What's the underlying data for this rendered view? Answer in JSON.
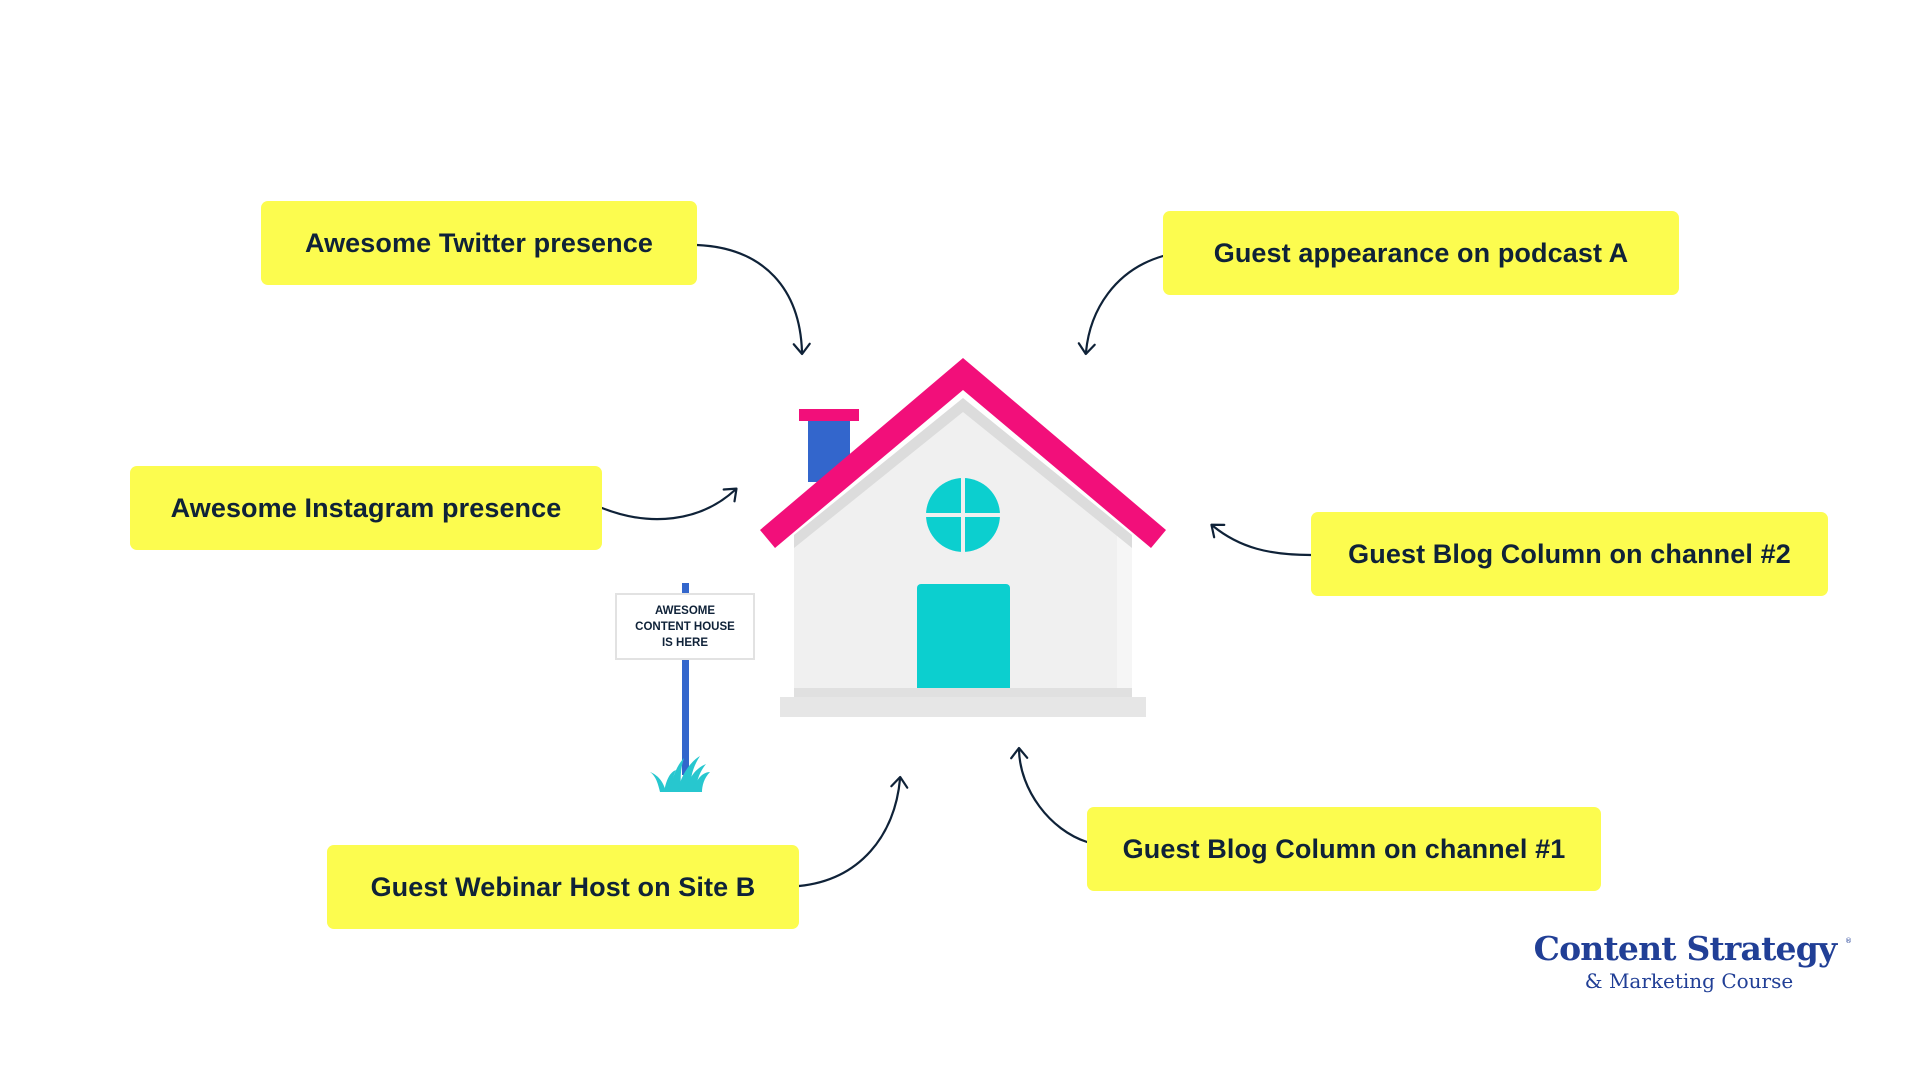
{
  "callouts": {
    "twitter": "Awesome Twitter presence",
    "instagram": "Awesome Instagram presence",
    "webinar": "Guest Webinar Host on Site B",
    "podcast": "Guest appearance on podcast A",
    "blog2": "Guest Blog Column on channel #2",
    "blog1": "Guest Blog Column on channel #1"
  },
  "sign": {
    "line1": "AWESOME",
    "line2": "CONTENT HOUSE",
    "line3": "IS HERE"
  },
  "logo": {
    "main": "Content Strategy",
    "registered": "®",
    "sub": "& Marketing Course"
  },
  "colors": {
    "callout_bg": "#fcfc4f",
    "text_dark": "#0f2238",
    "roof": "#f20f7a",
    "chimney": "#3366cc",
    "door_window": "#0ccfcf",
    "house_wall": "#f0f0f0",
    "logo": "#213f96"
  },
  "icons": [
    "house-icon",
    "signpost-icon",
    "grass-icon",
    "curved-arrow-icon"
  ]
}
